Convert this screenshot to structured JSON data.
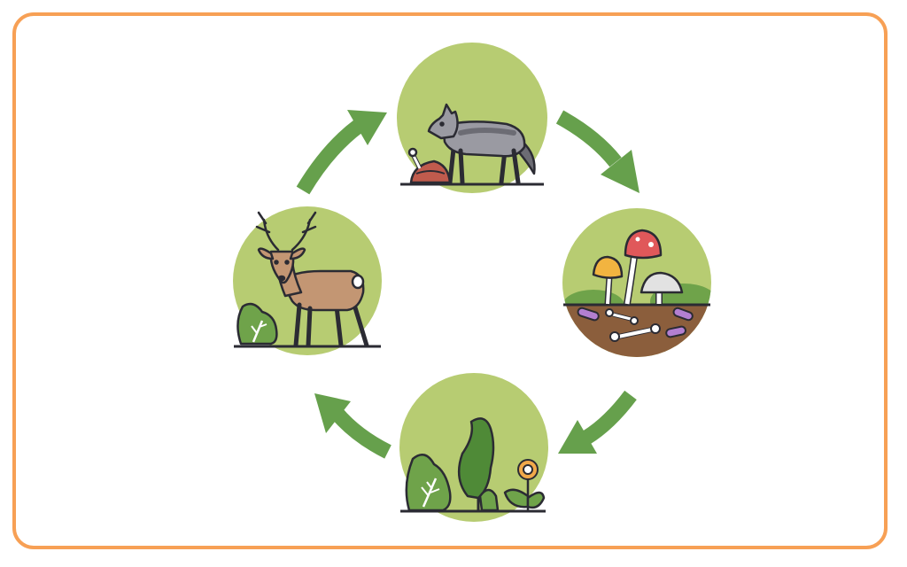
{
  "diagram": {
    "type": "cycle",
    "stages": [
      {
        "id": "predator",
        "icon": "wolf-icon"
      },
      {
        "id": "decomposers",
        "icon": "mushroom-icon"
      },
      {
        "id": "producers",
        "icon": "plant-icon"
      },
      {
        "id": "consumer",
        "icon": "deer-icon"
      }
    ],
    "flow": [
      "predator",
      "decomposers",
      "producers",
      "consumer",
      "predator"
    ]
  },
  "colors": {
    "frame": "#f7a055",
    "circle": "#b7cc72",
    "arrow": "#66a04c",
    "outline": "#2b2b33",
    "leaf": "#6fa34a",
    "leaf_dark": "#4f8a37",
    "wolf_fur": "#9a9aa2",
    "wolf_dark": "#6c6c74",
    "deer_fur": "#c39673",
    "soil": "#8b5e3c",
    "mushroom_red": "#e0585a",
    "mushroom_orange": "#f2b440",
    "mushroom_white": "#e2e2e2",
    "worm": "#b37fd1",
    "flower": "#f2a94a"
  }
}
